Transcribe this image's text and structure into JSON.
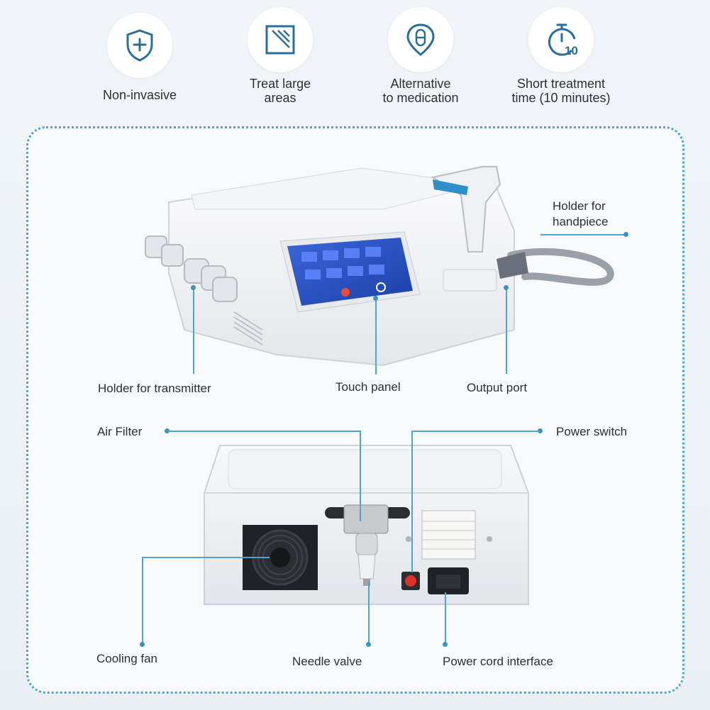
{
  "features": [
    {
      "icon": "shield-plus-icon",
      "label": "Non-invasive"
    },
    {
      "icon": "treat-area-icon",
      "label": "Treat large\nareas"
    },
    {
      "icon": "pill-location-icon",
      "label": "Alternative\nto medication"
    },
    {
      "icon": "timer-10-icon",
      "label": "Short treatment\ntime (10 minutes)"
    }
  ],
  "front_view": {
    "callouts": {
      "holder_handpiece": "Holder for\nhandpiece",
      "holder_transmitter": "Holder for transmitter",
      "touch_panel": "Touch panel",
      "output_port": "Output port"
    }
  },
  "back_view": {
    "callouts": {
      "air_filter": "Air Filter",
      "power_switch": "Power switch",
      "cooling_fan": "Cooling fan",
      "needle_valve": "Needle valve",
      "power_cord": "Power cord interface"
    }
  },
  "colors": {
    "accent": "#4aa7cf",
    "icon": "#2a6f9a",
    "device": "#f2f3f5"
  }
}
